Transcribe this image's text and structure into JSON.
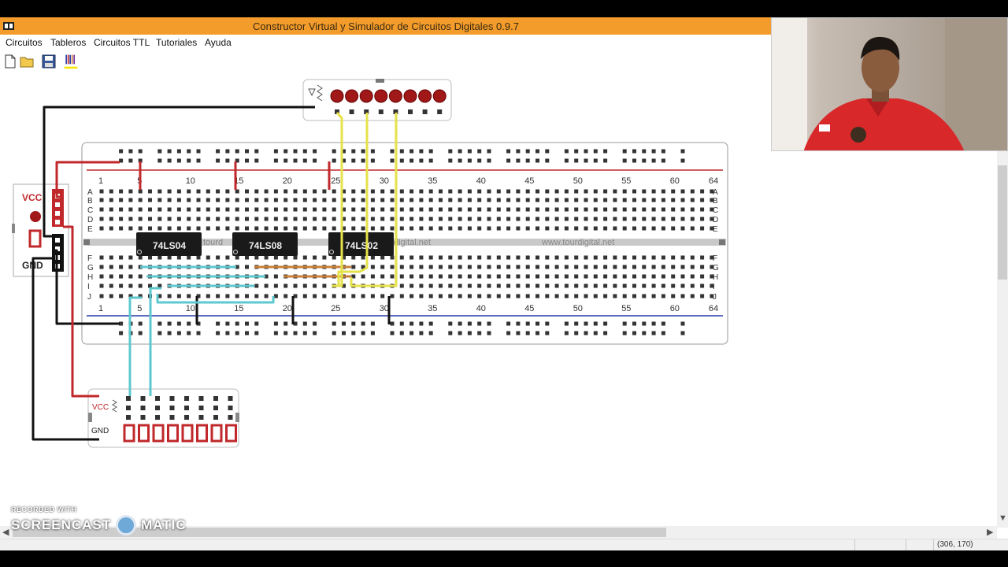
{
  "window": {
    "title": "Constructor Virtual y Simulador de Circuitos Digitales 0.9.7"
  },
  "menu": [
    "Circuitos",
    "Tableros",
    "Circuitos TTL",
    "Tutoriales",
    "Ayuda"
  ],
  "toolbar": {
    "icons": [
      "new-file-icon",
      "open-folder-icon",
      "save-disk-icon",
      "color-bars-icon"
    ]
  },
  "breadboard": {
    "column_numbers": [
      "1",
      "5",
      "10",
      "15",
      "20",
      "25",
      "30",
      "35",
      "40",
      "45",
      "50",
      "55",
      "60",
      "64"
    ],
    "top_rows": [
      "A",
      "B",
      "C",
      "D",
      "E"
    ],
    "bottom_rows": [
      "F",
      "G",
      "H",
      "I",
      "J"
    ],
    "watermark_text": "www.tourdigital.net",
    "watermark_partial_1": "tourd",
    "watermark_partial_2": "digital.net",
    "chips": [
      "74LS04",
      "74LS08",
      "74LS02"
    ]
  },
  "power_module": {
    "vcc_label": "VCC",
    "gnd_label": "GND"
  },
  "switch_module": {
    "vcc_label": "VCC",
    "gnd_label": "GND",
    "switch_count": 8
  },
  "led_module": {
    "led_count": 8
  },
  "status": {
    "coordinates": "(306, 170)"
  },
  "watermark": {
    "line1": "RECORDED WITH",
    "line2_left": "SCREENCAST",
    "line2_right": "MATIC"
  },
  "colors": {
    "titlebar": "#f39c2b",
    "rail_red": "#c0282b",
    "rail_blue": "#2b3fa8",
    "wire_cyan": "#5ec8cf",
    "wire_yellow": "#e6e24a",
    "wire_orange": "#c9803a",
    "led_red": "#a01818"
  }
}
